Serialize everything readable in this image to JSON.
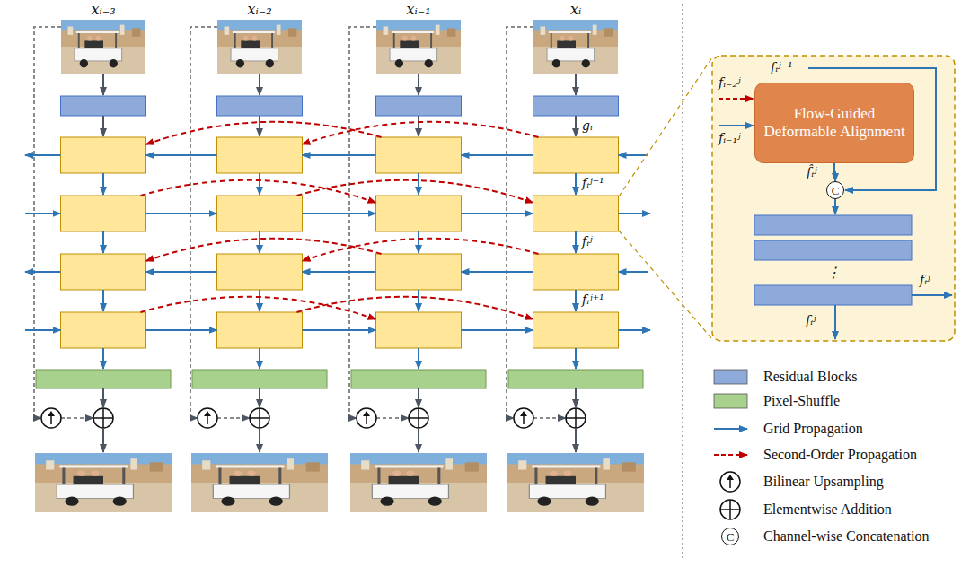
{
  "diagram": {
    "nodes": [
      {
        "text": [
          "Flow-Guided Deformable Alignment"
        ]
      },
      {
        "text": [
          "C"
        ]
      },
      {
        "text": [
          "C"
        ]
      }
    ],
    "edges": [
      {
        "from": 0,
        "to": 1,
        "arrow": "to"
      }
    ],
    "labels": [
      "xᵢ₋₃",
      "xᵢ₋₂",
      "xᵢ₋₁",
      "xᵢ",
      "gᵢ",
      "fᵢʲ⁻¹",
      "fᵢʲ",
      "fᵢʲ⁺¹",
      "fᵢʲ⁻¹",
      "fᵢ₋₂ʲ",
      "fᵢ₋₁ʲ",
      "f̂ᵢʲ",
      "⋮",
      "fᵢʲ",
      "fᵢʲ"
    ],
    "legend": [
      {
        "text": "Residual Blocks",
        "color": "#8eaadb"
      },
      {
        "text": "Pixel-Shuffle",
        "color": "#a9d18e"
      },
      {
        "text": "Grid Propagation"
      },
      {
        "text": "Second-Order Propagation"
      },
      {
        "text": "Bilinear Upsampling"
      },
      {
        "text": "Elementwise Addition"
      },
      {
        "text": "Channel-wise Concatenation"
      }
    ]
  }
}
